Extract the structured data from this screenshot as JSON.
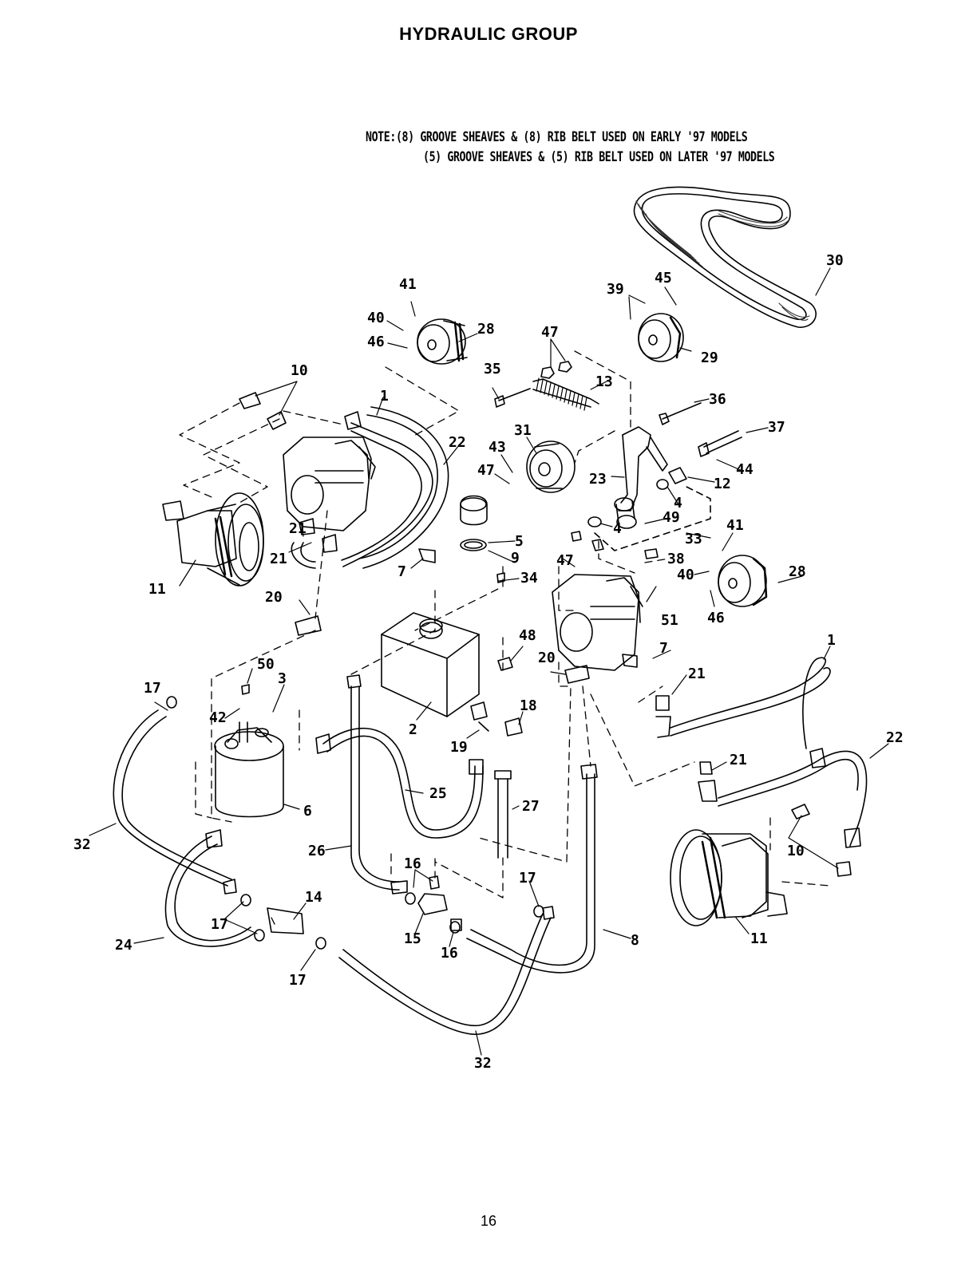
{
  "page": {
    "title": "HYDRAULIC GROUP",
    "note_line1": "NOTE:(8) GROOVE SHEAVES & (8) RIB BELT USED ON EARLY '97 MODELS",
    "note_line2": "(5) GROOVE SHEAVES & (5) RIB BELT USED ON LATER '97 MODELS",
    "page_number": "16"
  },
  "callouts": [
    "41",
    "40",
    "46",
    "28",
    "45",
    "39",
    "29",
    "30",
    "47",
    "35",
    "13",
    "10",
    "1",
    "22",
    "36",
    "37",
    "31",
    "43",
    "47",
    "44",
    "12",
    "23",
    "4",
    "4",
    "49",
    "33",
    "11",
    "21",
    "7",
    "5",
    "9",
    "41",
    "28",
    "21",
    "47",
    "38",
    "40",
    "46",
    "34",
    "20",
    "51",
    "50",
    "3",
    "48",
    "17",
    "42",
    "2",
    "18",
    "19",
    "20",
    "7",
    "1",
    "21",
    "25",
    "27",
    "22",
    "21",
    "10",
    "32",
    "6",
    "26",
    "16",
    "17",
    "14",
    "16",
    "17",
    "15",
    "24",
    "17",
    "8",
    "11",
    "32"
  ],
  "colors": {
    "line": "#000000",
    "background": "#ffffff",
    "belt_rib": "#333333"
  }
}
